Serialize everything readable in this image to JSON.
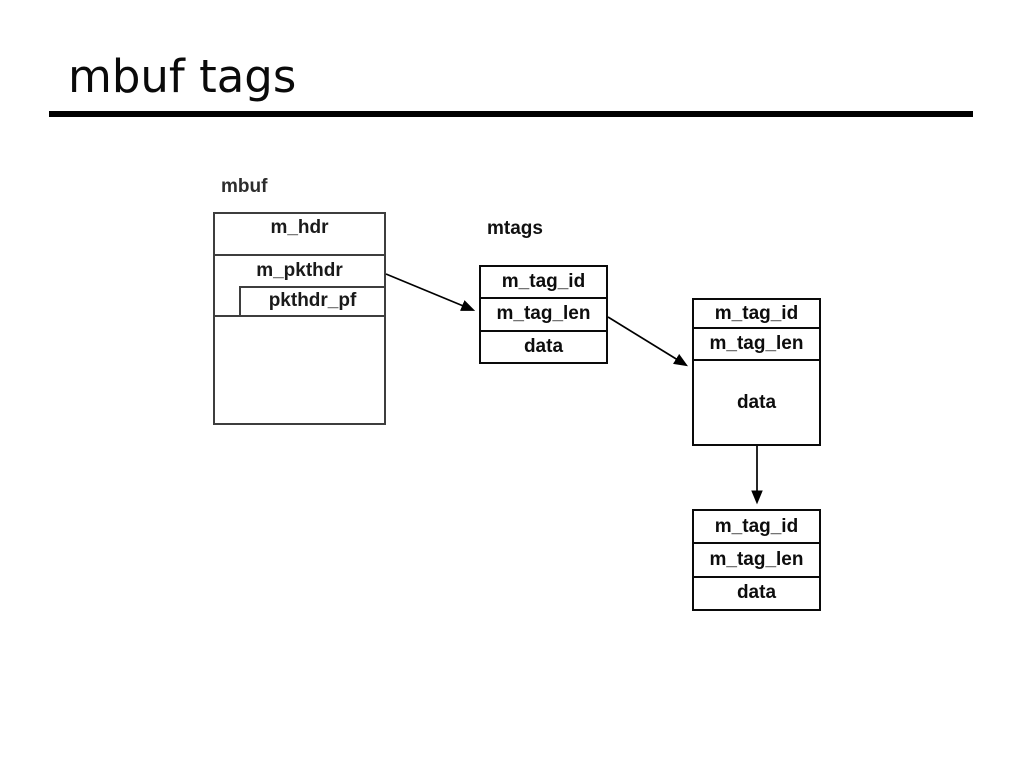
{
  "slide": {
    "title": "mbuf tags"
  },
  "diagram": {
    "mbuf": {
      "label": "mbuf",
      "rows": {
        "m_hdr": "m_hdr",
        "m_pkthdr": "m_pkthdr",
        "pkthdr_pf": "pkthdr_pf"
      }
    },
    "mtags": {
      "label": "mtags",
      "tag1": {
        "row1": "m_tag_id",
        "row2": "m_tag_len",
        "row3": "data"
      },
      "tag2": {
        "row1": "m_tag_id",
        "row2": "m_tag_len",
        "row3": "data"
      },
      "tag3": {
        "row1": "m_tag_id",
        "row2": "m_tag_len",
        "row3": "data"
      }
    }
  },
  "colors": {
    "background": "#ffffff",
    "title_text": "#0a0a0a",
    "title_rule": "#000000",
    "mbuf_border": "#3e3e3e",
    "tag_border": "#0a0a0a",
    "arrow": "#000000"
  }
}
